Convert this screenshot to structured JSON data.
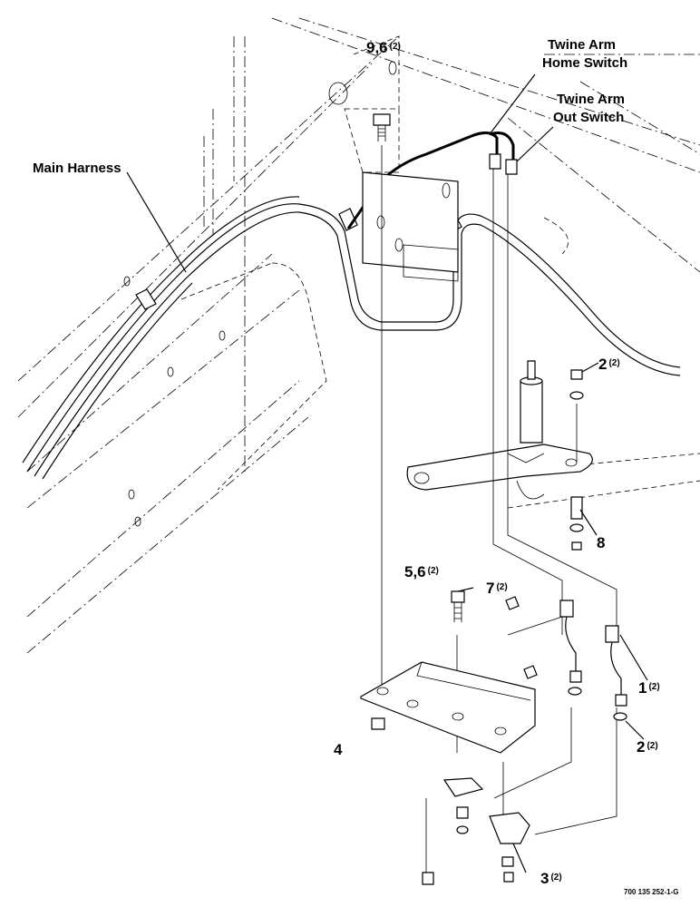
{
  "labels": {
    "main_harness": "Main Harness",
    "home_switch_l1": "Twine Arm",
    "home_switch_l2": "Home Switch",
    "out_switch_l1": "Twine Arm",
    "out_switch_l2": "Out Switch",
    "callout_9_6": "9,6",
    "callout_9_6_qty": "(2)",
    "callout_2_top": "2",
    "callout_2_top_qty": "(2)",
    "callout_8": "8",
    "callout_5_6": "5,6",
    "callout_5_6_qty": "(2)",
    "callout_7": "7",
    "callout_7_qty": "(2)",
    "callout_1": "1",
    "callout_1_qty": "(2)",
    "callout_2_bottom": "2",
    "callout_2_bottom_qty": "(2)",
    "callout_4": "4",
    "callout_3": "3",
    "callout_3_qty": "(2)",
    "drawing_code": "700 135 252-1-G"
  }
}
